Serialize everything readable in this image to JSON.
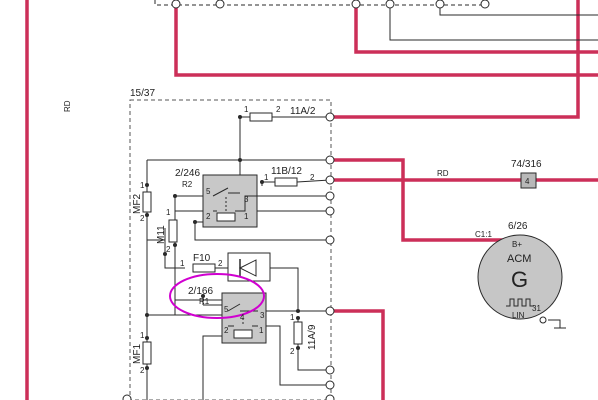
{
  "colors": {
    "wire_red": "#cc2f58",
    "wire_black": "#2a2a2a",
    "relay_fill": "#c8c8c8",
    "alternator_fill": "#c6c6c6",
    "connector_fill": "#b8b8b8",
    "highlight": "#d000d0"
  },
  "labels": {
    "rd_vertical": "RD",
    "module_id": "15/37",
    "fuse_top": "11A/2",
    "fuse_top_pin1": "1",
    "fuse_top_pin2": "2",
    "fuse_mid": "11B/12",
    "fuse_mid_pin1": "1",
    "fuse_mid_pin2": "2",
    "rd_wire": "RD",
    "connector_id": "74/316",
    "connector_pin": "4",
    "alternator_id": "6/26",
    "alternator_pin_c": "C1:1",
    "alternator_pin_b": "B+",
    "alternator_name": "ACM",
    "alternator_symbol": "G",
    "alternator_lin": "LIN",
    "alternator_31": "31",
    "relay2_id": "2/246",
    "relay2_name": "R2",
    "relay1_id": "2/166",
    "relay1_name": "R1",
    "f10": "F10",
    "f10_pin1": "1",
    "f10_pin2": "2",
    "mf2": "MF2",
    "mf1": "MF1",
    "m11": "M11",
    "fuse_low": "11A/9",
    "fuse_low_pin1": "1",
    "fuse_low_pin2": "2",
    "pin_5": "5",
    "pin_3": "3",
    "pin_2": "2",
    "pin_1": "1",
    "pin_4": "4"
  }
}
